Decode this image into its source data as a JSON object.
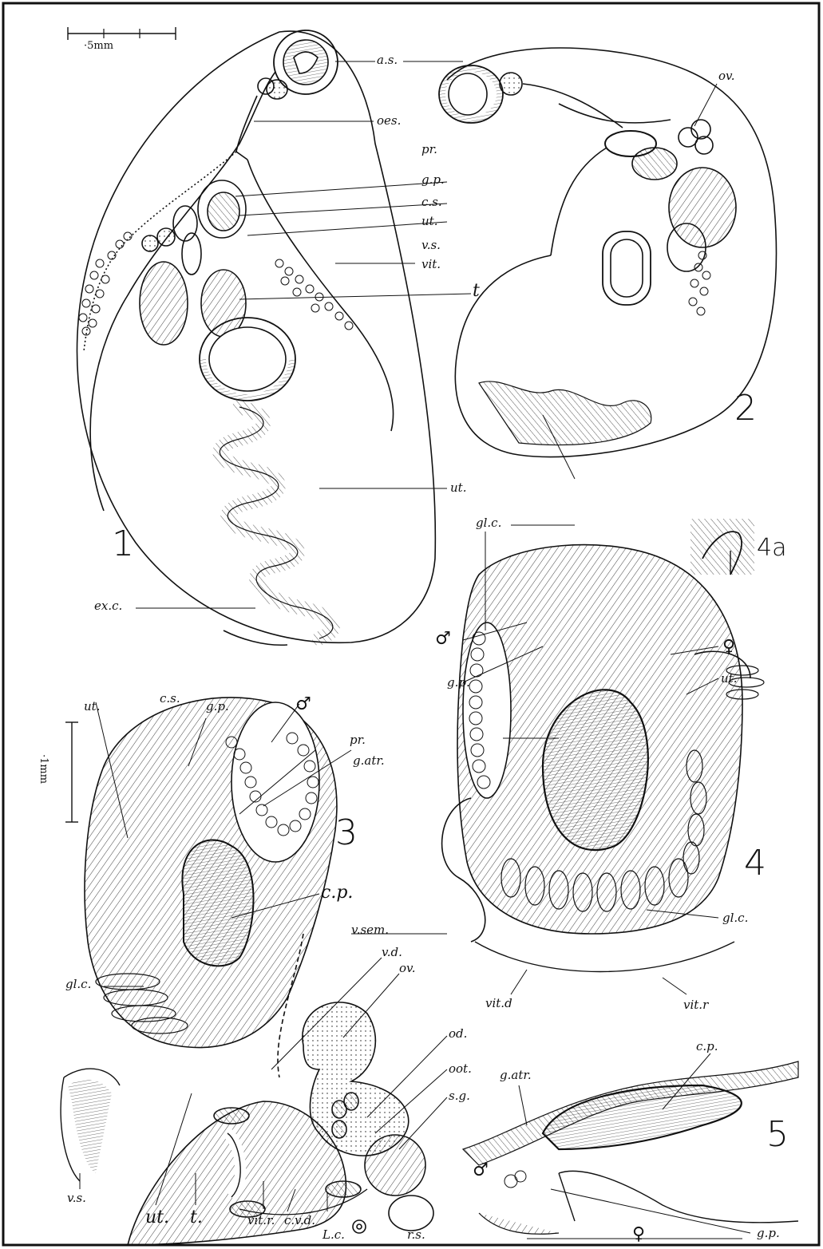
{
  "figures": [
    {
      "label": "1"
    },
    {
      "label": "2"
    },
    {
      "label": "3"
    },
    {
      "label": "4"
    },
    {
      "label": "4a"
    },
    {
      "label": "5"
    }
  ],
  "scale_bars": {
    "fig1": "·5mm",
    "fig3": "·1mm"
  },
  "labels": {
    "fig1": [
      "a.s.",
      "oes.",
      "pr.",
      "g.p.",
      "c.s.",
      "ut.",
      "v.s.",
      "vit.",
      "t",
      "ut.",
      "ex.c."
    ],
    "fig2": [
      "ov."
    ],
    "fig3": [
      "c.s.",
      "g.p.",
      "ut.",
      "♂",
      "pr.",
      "g.atr.",
      "c.p.",
      "v.sem.",
      "gl.c."
    ],
    "fig4": [
      "gl.c.",
      "♂",
      "♀",
      "g.p.",
      "ut.",
      "gl.c.",
      "vit.d",
      "vit.r"
    ],
    "fig6": [
      "v.d.",
      "ov.",
      "od.",
      "oot.",
      "s.g.",
      "v.s.",
      "ut.",
      "t.",
      "vit.r.",
      "c.v.d.",
      "L.c.",
      "r.s."
    ],
    "fig5": [
      "g.atr.",
      "c.p.",
      "♂",
      "♀",
      "g.p."
    ]
  },
  "colors": {
    "ink": "#111111",
    "paper": "#ffffff"
  }
}
